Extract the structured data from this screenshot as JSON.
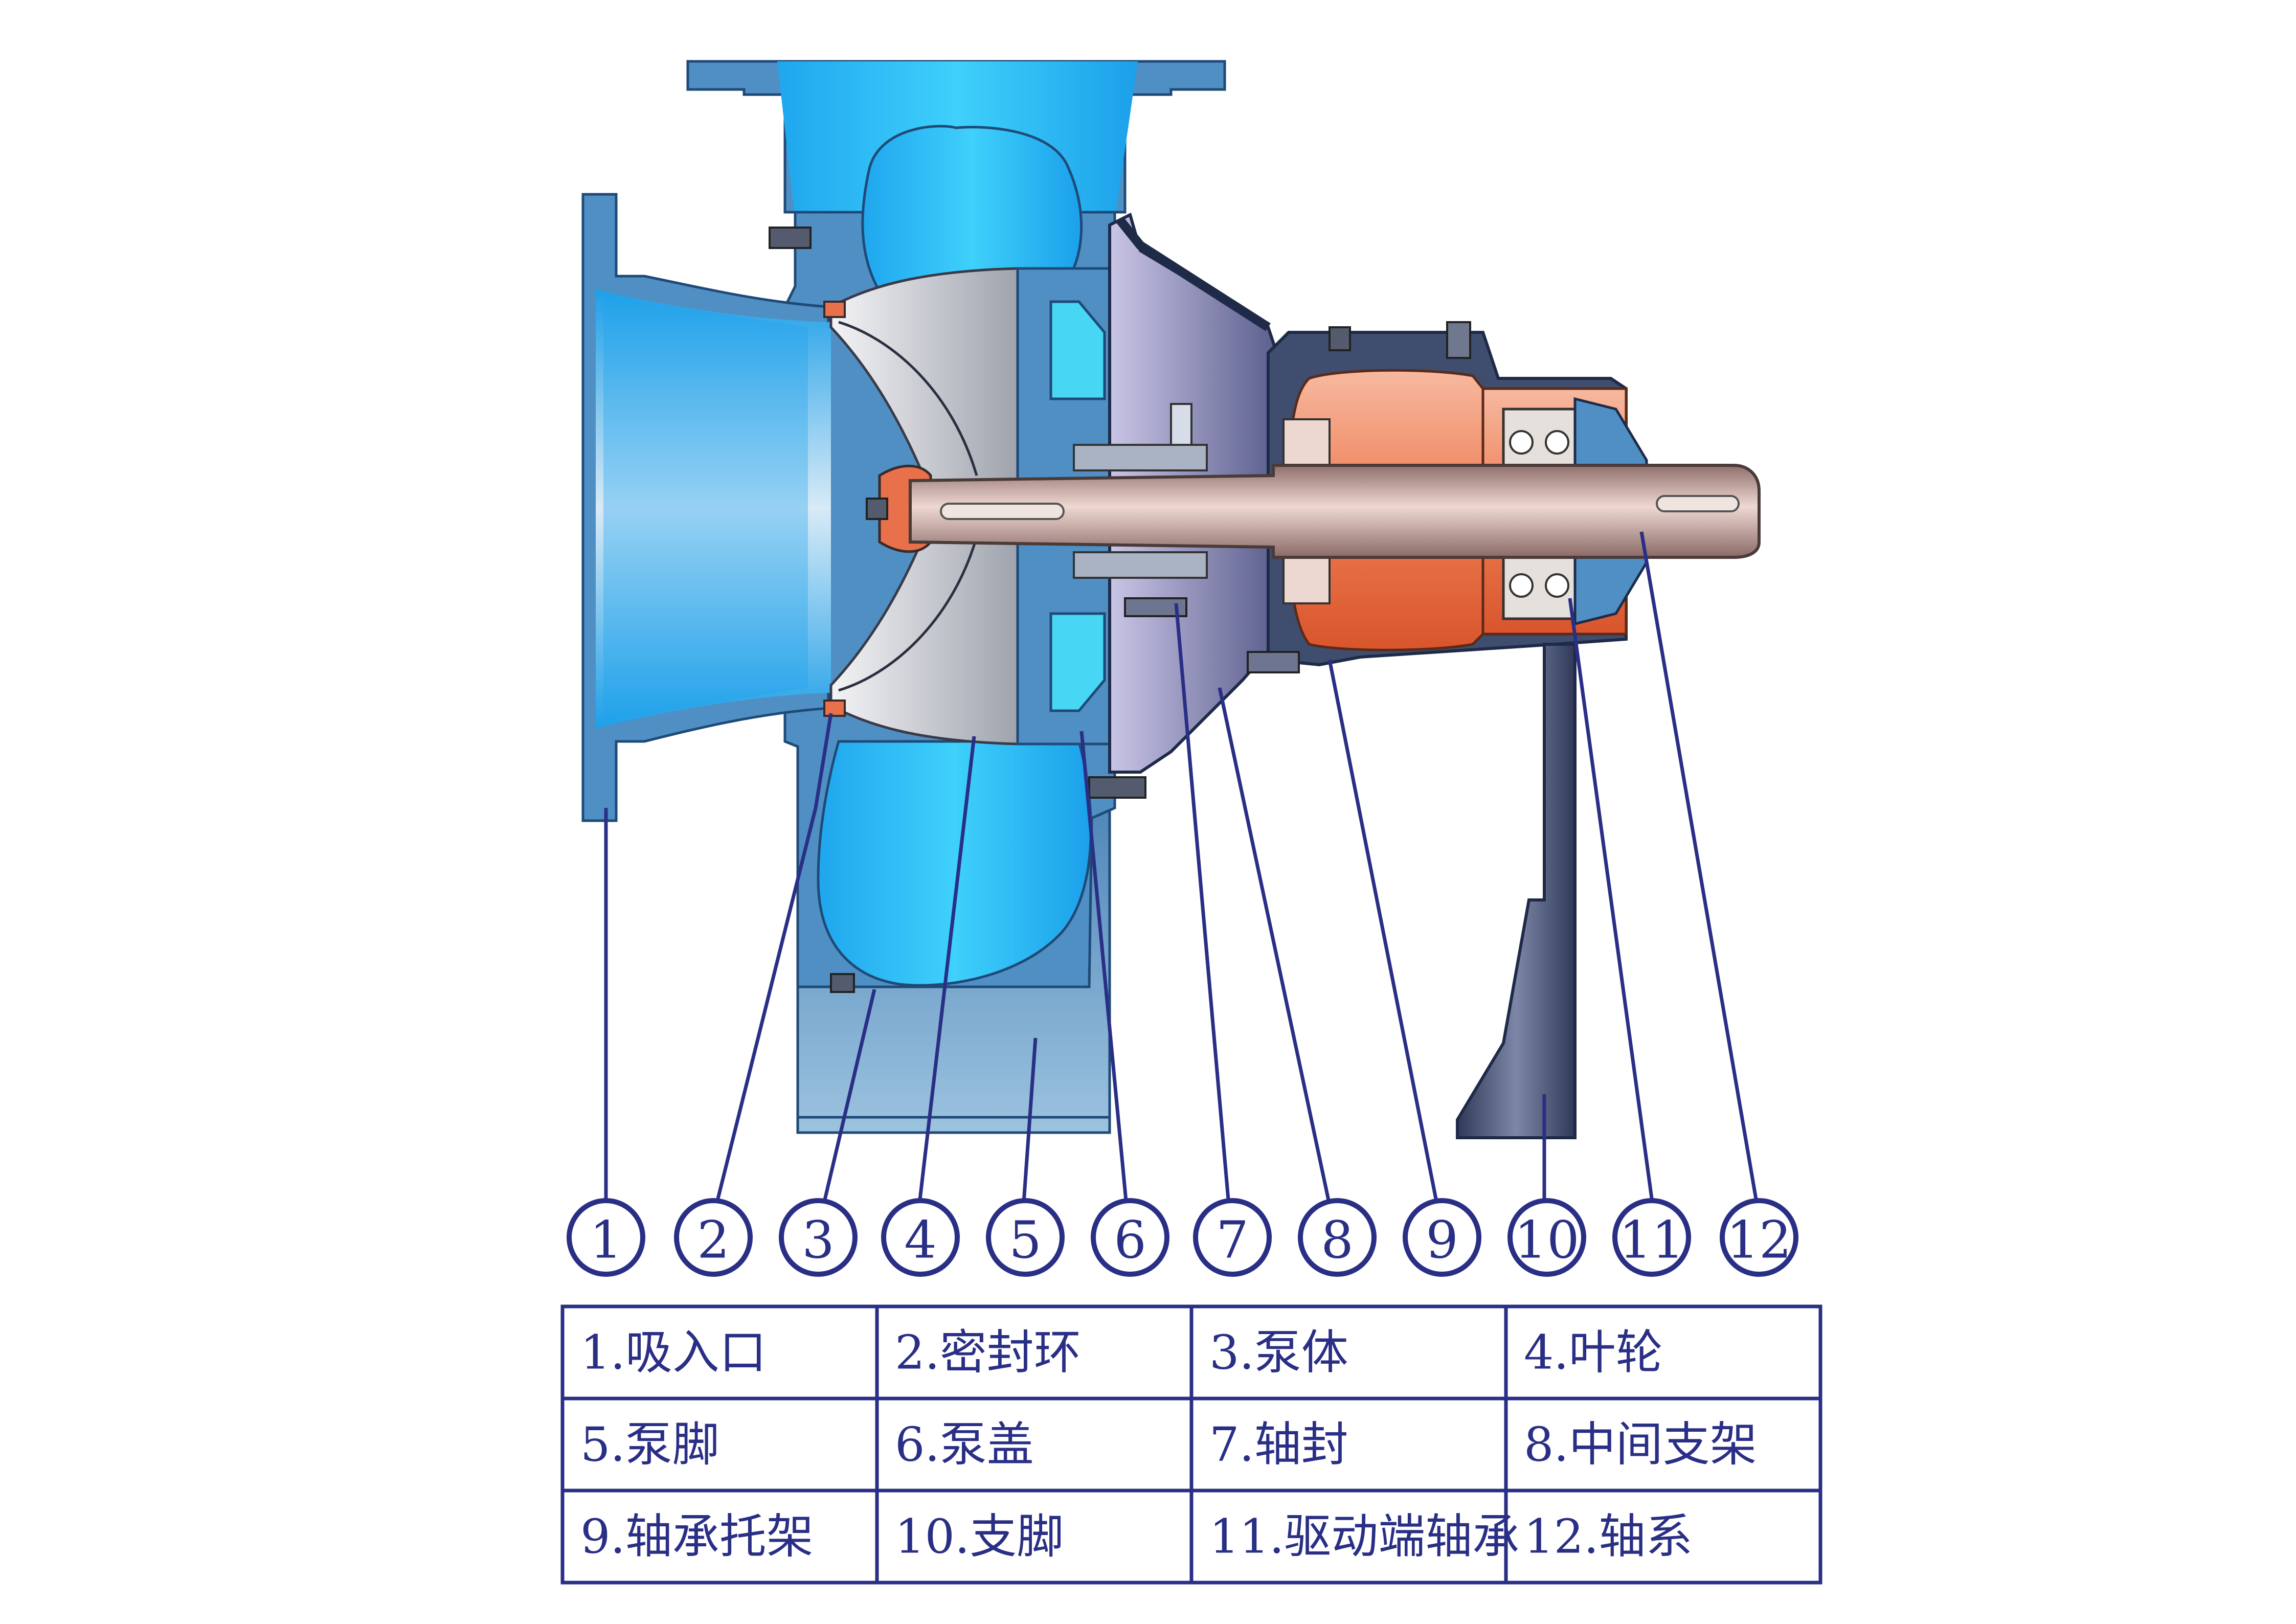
{
  "callouts": [
    "1",
    "2",
    "3",
    "4",
    "5",
    "6",
    "7",
    "8",
    "9",
    "10",
    "11",
    "12"
  ],
  "legend": [
    [
      "1.吸入口",
      "2.密封环",
      "3.泵体",
      "4.叶轮"
    ],
    [
      "5.泵脚",
      "6.泵盖",
      "7.轴封",
      "8.中间支架"
    ],
    [
      "9.轴承托架",
      "10.支脚",
      "11.驱动端轴承",
      "12.轴系"
    ]
  ],
  "colors": {
    "casing": "#4f8fc4",
    "water": "#2bb8f2",
    "dark_steel": "#3f4e6e",
    "bearing_housing": "#e8704a",
    "shaft": "#b99a94",
    "line": "#2a2f86"
  }
}
